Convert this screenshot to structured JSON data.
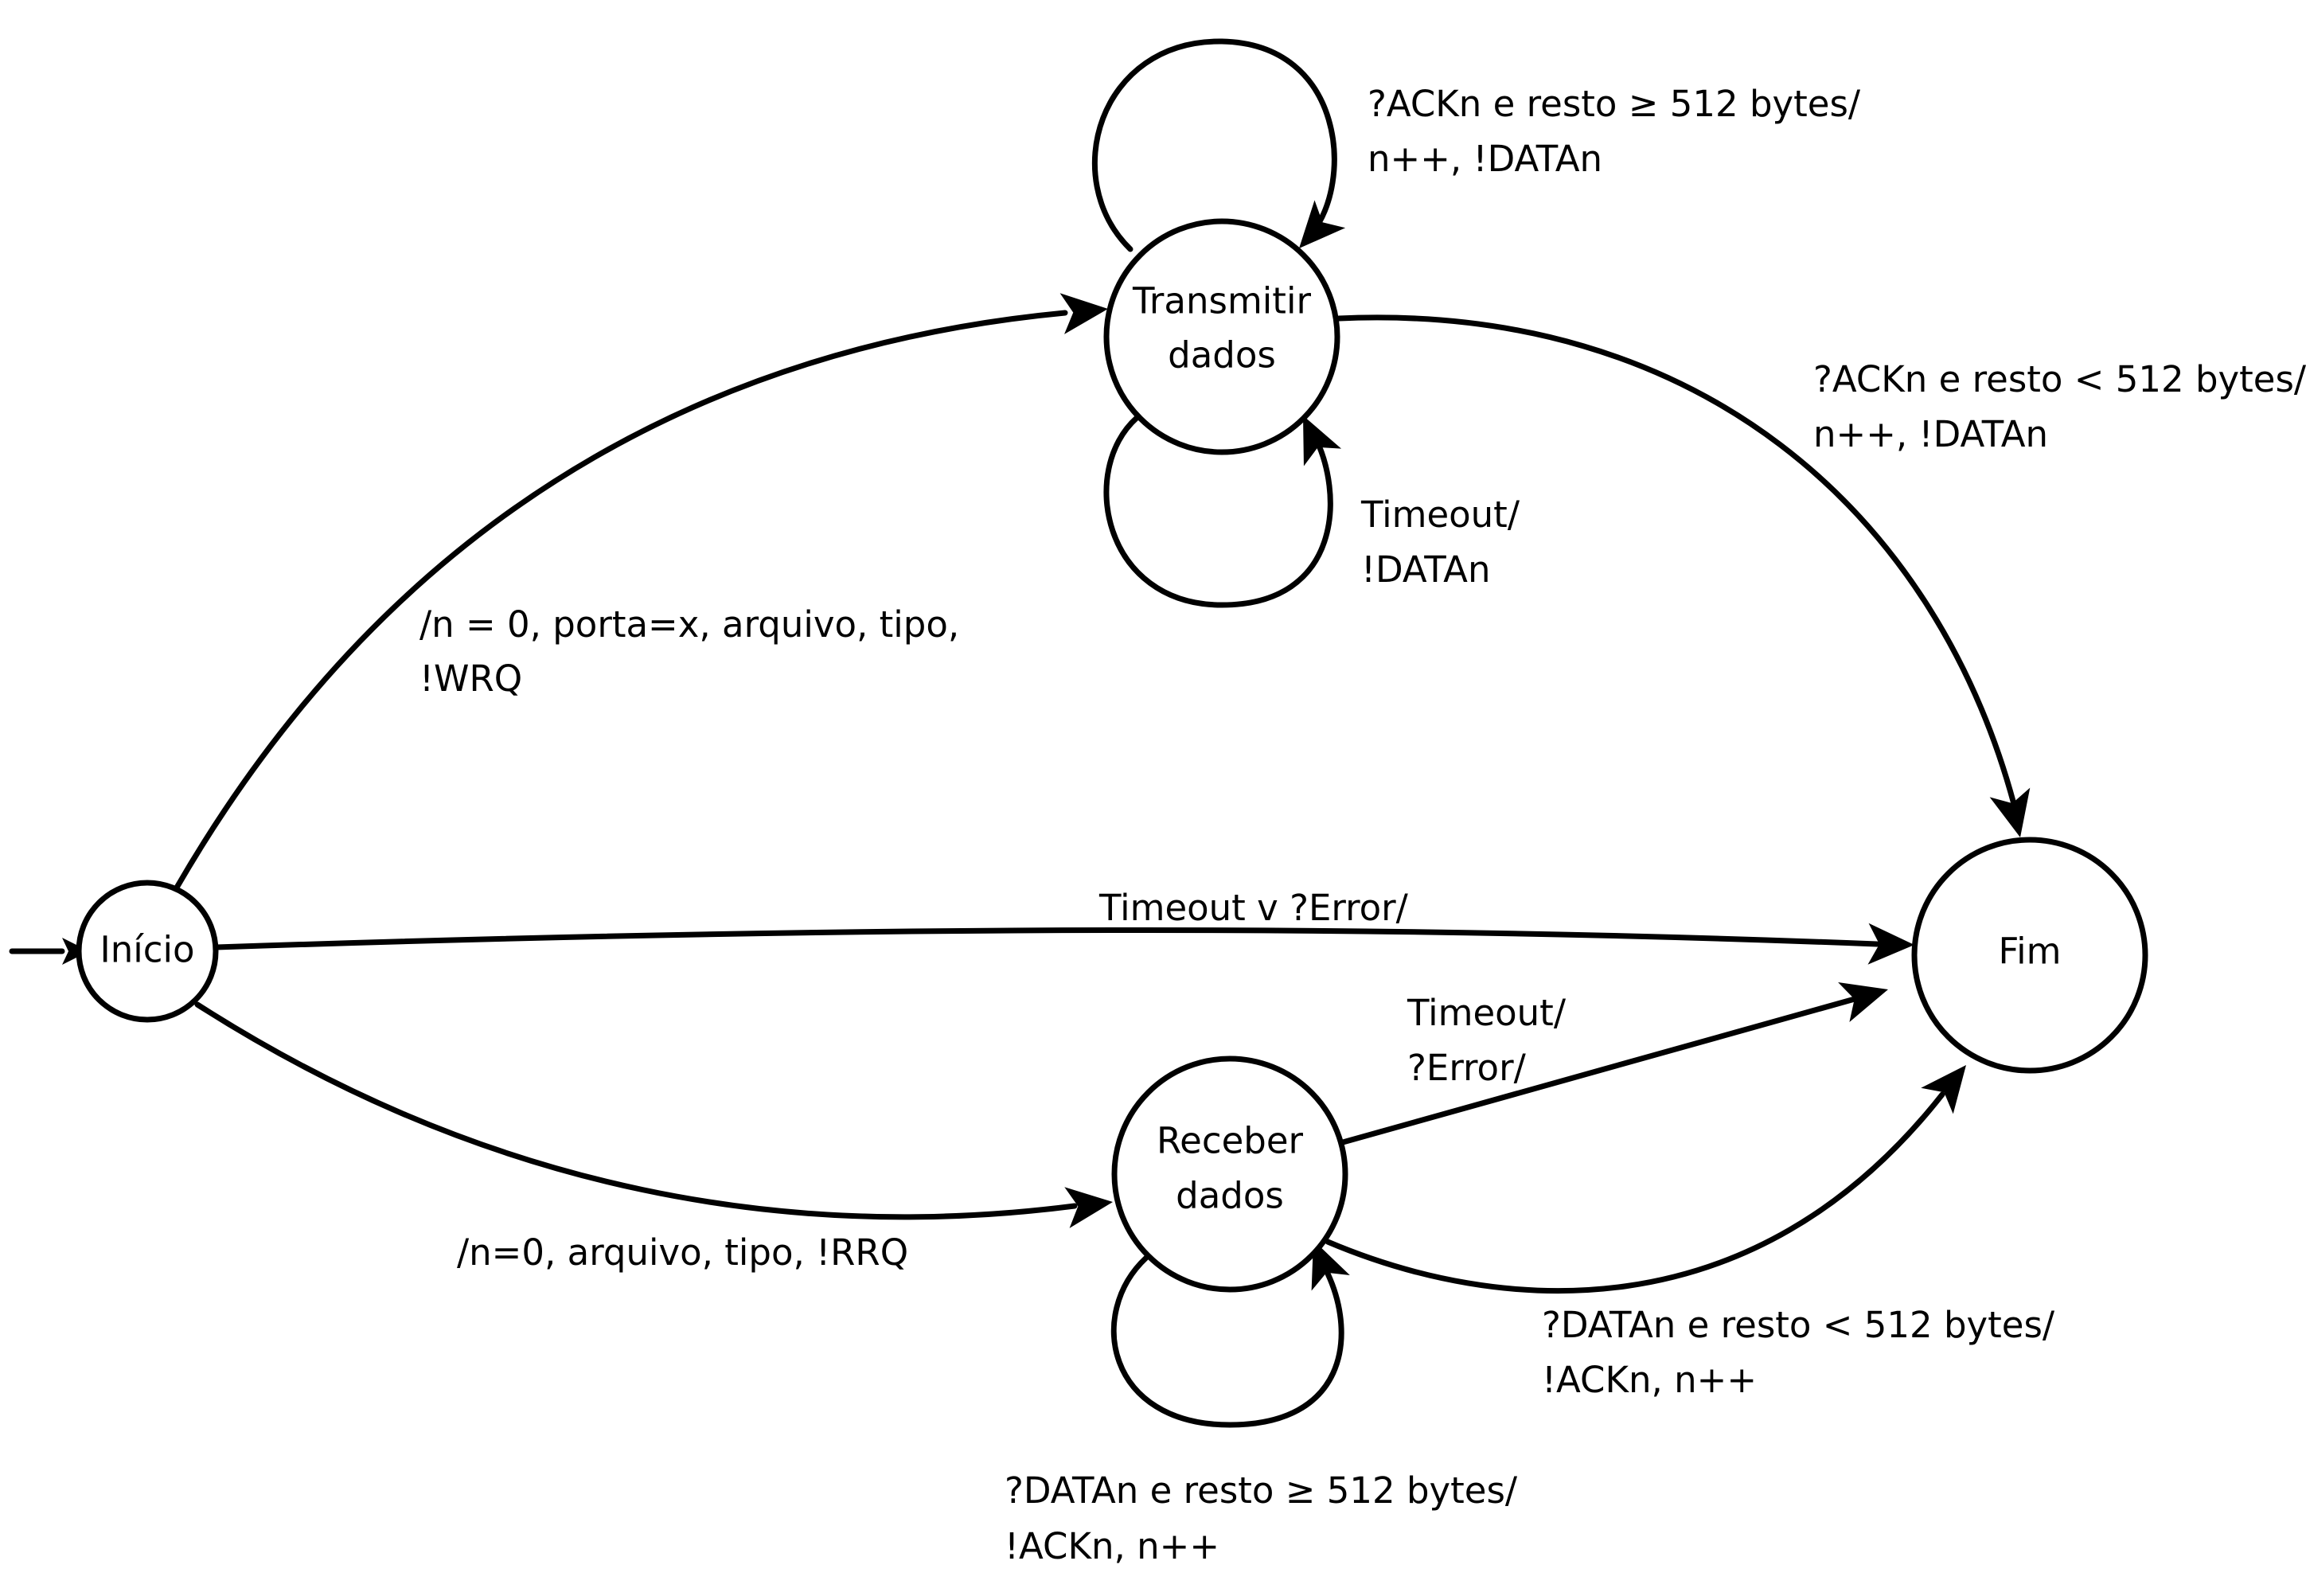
{
  "states": {
    "inicio": "Início",
    "transmitir": [
      "Transmitir",
      "dados"
    ],
    "receber": [
      "Receber",
      "dados"
    ],
    "fim": "Fim"
  },
  "transitions": {
    "wrq": [
      "/n = 0, porta=x, arquivo, tipo,",
      "!WRQ"
    ],
    "ack_loop": [
      "?ACKn e resto ≥ 512 bytes/",
      "n++, !DATAn"
    ],
    "timeout_transmit": [
      "Timeout/",
      "!DATAn"
    ],
    "ack_end": [
      "?ACKn e resto < 512 bytes/",
      "n++, !DATAn"
    ],
    "timeout_error": "Timeout v ?Error/",
    "receive_timeout": [
      "Timeout/",
      "?Error/"
    ],
    "rrq": "/n=0, arquivo, tipo, !RRQ",
    "data_loop": [
      "?DATAn e resto ≥ 512 bytes/",
      "!ACKn, n++"
    ],
    "data_end": [
      "?DATAn e resto < 512 bytes/",
      "!ACKn, n++"
    ]
  }
}
